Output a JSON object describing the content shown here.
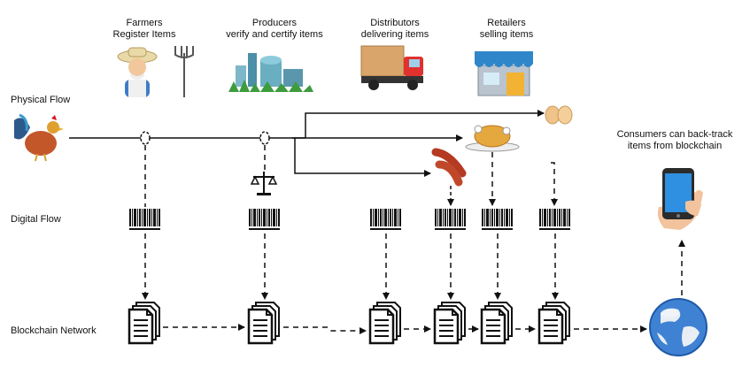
{
  "stages": [
    {
      "line1": "Farmers",
      "line2": "Register Items"
    },
    {
      "line1": "Producers",
      "line2": "verify and certify items"
    },
    {
      "line1": "Distributors",
      "line2": "delivering items"
    },
    {
      "line1": "Retailers",
      "line2": "selling items"
    }
  ],
  "rows": {
    "physical": "Physical Flow",
    "digital": "Digital Flow",
    "blockchain": "Blockchain Network"
  },
  "consumer": {
    "line1": "Consumers can back-track",
    "line2": "items from blockchain"
  },
  "icons": [
    "farmer-icon",
    "pitchfork-icon",
    "factory-icon",
    "truck-icon",
    "store-icon",
    "rooster-icon",
    "scale-icon",
    "sausage-icon",
    "roast-chicken-icon",
    "eggs-icon",
    "barcode-icon",
    "document-icon",
    "globe-icon",
    "smartphone-icon"
  ]
}
